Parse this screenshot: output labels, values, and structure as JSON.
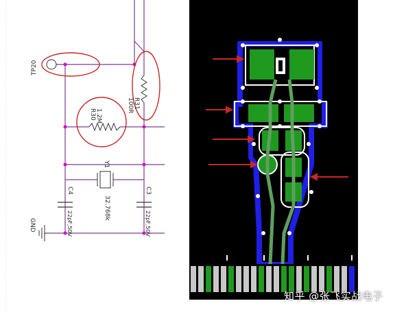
{
  "schematic": {
    "labels": {
      "tp20": "TP20",
      "r31_ref": "R31",
      "r31_val": "100R",
      "r30_ref": "R30",
      "r30_val": "1.2M",
      "y1_ref": "Y1",
      "y1_val": "32.768k",
      "c4_ref": "C4",
      "c4_val": "22pF,50V",
      "c3_ref": "C3",
      "c3_val": "22pF,50V",
      "gnd": "GND"
    },
    "colors": {
      "wire": "#7a3e8c",
      "node": "#d400d4",
      "highlight": "#c62828",
      "part": "#333333"
    }
  },
  "pcb": {
    "colors": {
      "board": "#000000",
      "copper_pour": "#1f1fe6",
      "pad": "#1f9a1f",
      "trace": "#5f9f5f",
      "outline": "#ffffff",
      "marker": "#c62828",
      "via": "#ffffff"
    }
  },
  "watermark": "知乎 @张飞实战电子"
}
